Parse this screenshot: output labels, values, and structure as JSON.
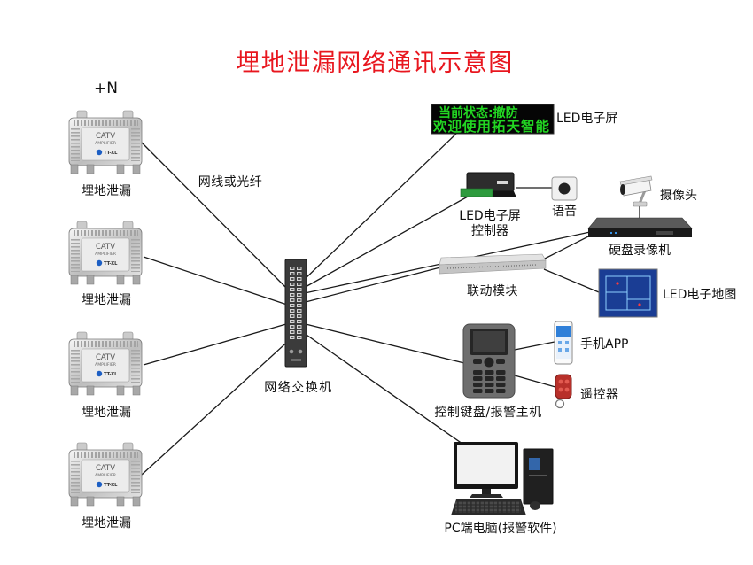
{
  "title": "埋地泄漏网络通讯示意图",
  "sensor_group_label": "+N",
  "sensors": [
    {
      "label": "埋地泄漏"
    },
    {
      "label": "埋地泄漏"
    },
    {
      "label": "埋地泄漏"
    },
    {
      "label": "埋地泄漏"
    }
  ],
  "sensor_device_markings": {
    "brand": "CATV",
    "model": "AMPLIFIER",
    "logo": "TT-XL"
  },
  "cable_label": "网线或光纤",
  "network_switch": {
    "label": "网络交换机"
  },
  "led_screen": {
    "label": "LED电子屏",
    "display_line1": "当前状态:撤防",
    "display_line2": "欢迎使用拓天智能"
  },
  "led_controller": {
    "label_line1": "LED电子屏",
    "label_line2": "控制器"
  },
  "speaker": {
    "label": "语音"
  },
  "camera": {
    "label": "摄像头"
  },
  "dvr": {
    "label": "硬盘录像机"
  },
  "linkage_module": {
    "label": "联动模块"
  },
  "led_map": {
    "label": "LED电子地图"
  },
  "alarm_host": {
    "label": "控制键盘/报警主机"
  },
  "mobile_app": {
    "label": "手机APP"
  },
  "remote_control": {
    "label": "遥控器"
  },
  "pc": {
    "label": "PC端电脑(报警软件)"
  },
  "colors": {
    "title": "#e8161e",
    "led_text": "#22d622",
    "line": "#1a1a1a"
  }
}
